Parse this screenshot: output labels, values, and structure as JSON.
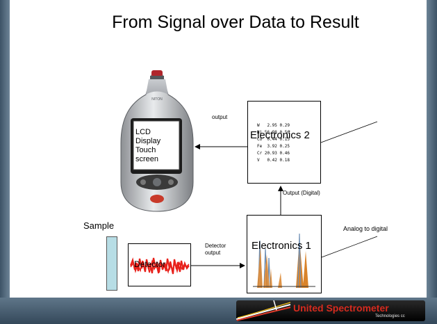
{
  "slide": {
    "title": "From Signal over Data to Result"
  },
  "device": {
    "brand": "NITON",
    "screen_lines": [
      "LCD",
      "Display",
      "Touch",
      "screen"
    ]
  },
  "electronics2": {
    "label": "Electronics 2",
    "readout_lines": [
      "W   2.95 0.29",
      "Ni 56.98 0.56",
      "Co  0.44 0.15",
      "Fe  3.92 0.25",
      "Cr 20.93 0.46",
      "V   0.42 0.18"
    ]
  },
  "electronics1": {
    "label": "Electronics 1"
  },
  "detector": {
    "label": "Detector"
  },
  "labels": {
    "output": "output",
    "output_digital": "Output (Digital)",
    "analog_to_digital": "Analog to digital",
    "sample": "Sample",
    "detector_output": [
      "Detector",
      "output"
    ]
  },
  "logo": {
    "name": "United Spectrometer",
    "sub": "Technologies cc"
  },
  "colors": {
    "frame": "#4c6276",
    "signal": "#e8201a",
    "sample": "#b7dde5",
    "peak_orange": "#d9832a",
    "peak_blue": "#6f90b5",
    "logo_red": "#d62a1e"
  }
}
